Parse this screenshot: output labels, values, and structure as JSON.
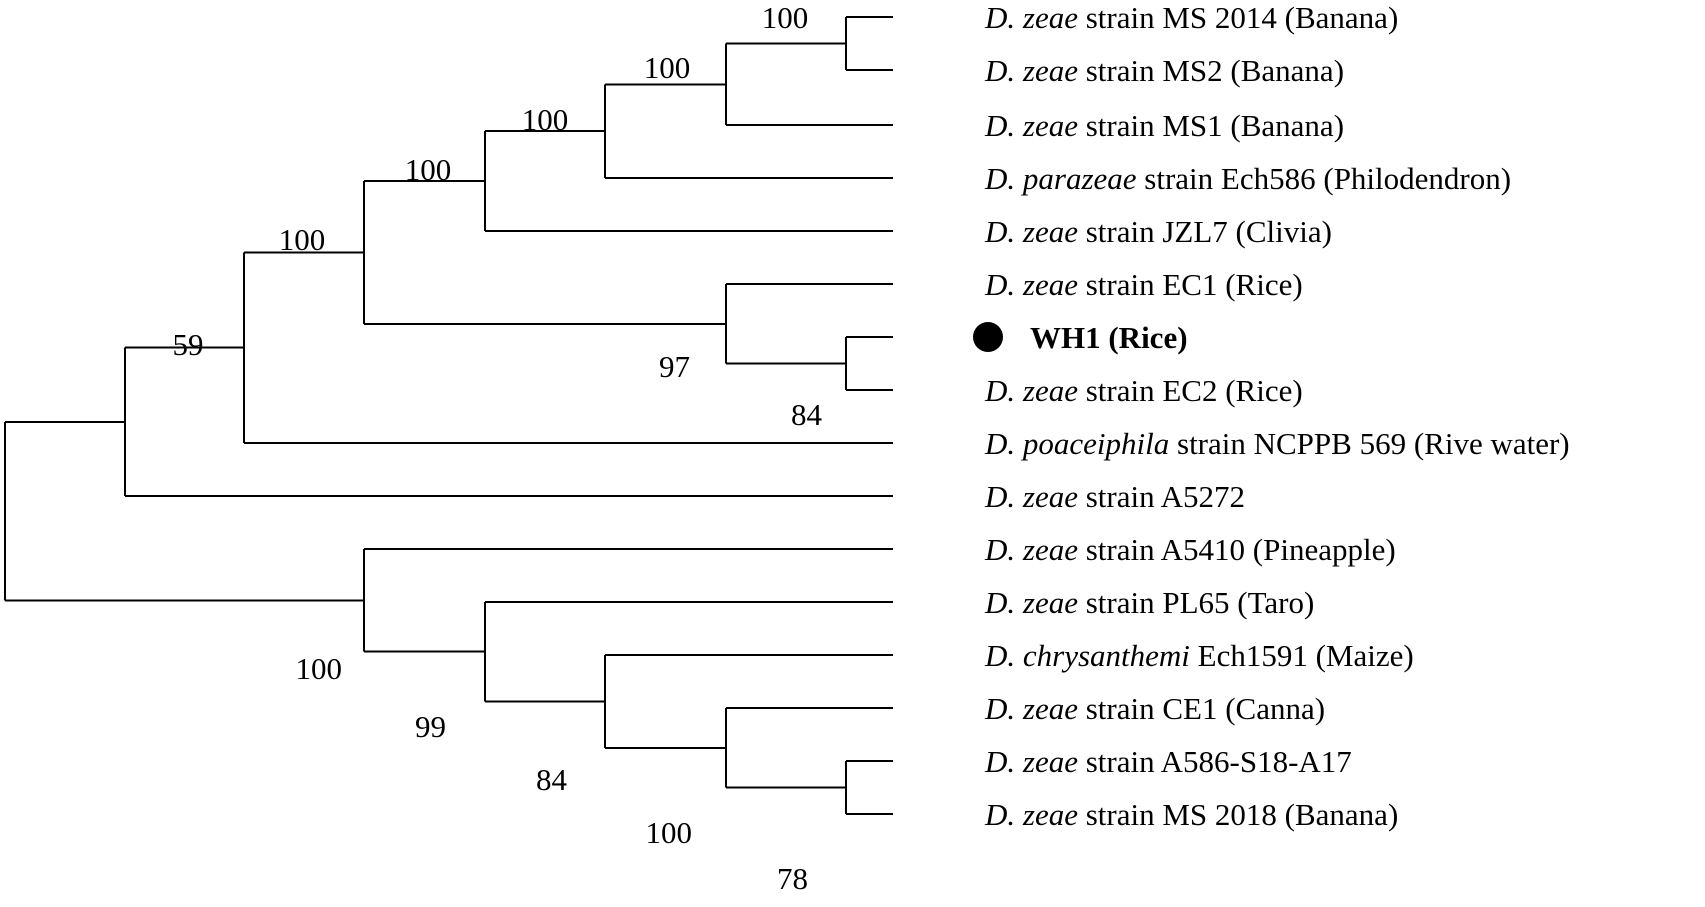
{
  "tree": {
    "taxa": [
      {
        "id": "t1",
        "genus": "D. zeae",
        "rest": " strain MS 2014 (Banana)",
        "bold": false
      },
      {
        "id": "t2",
        "genus": "D. zeae",
        "rest": " strain MS2 (Banana)",
        "bold": false
      },
      {
        "id": "t3",
        "genus": "D. zeae",
        "rest": " strain MS1 (Banana)",
        "bold": false
      },
      {
        "id": "t4",
        "genus": "D. parazeae",
        "rest": " strain Ech586 (Philodendron)",
        "bold": false
      },
      {
        "id": "t5",
        "genus": "D. zeae",
        "rest": " strain JZL7 (Clivia)",
        "bold": false
      },
      {
        "id": "t6",
        "genus": "D. zeae",
        "rest": " strain EC1 (Rice)",
        "bold": false
      },
      {
        "id": "t7",
        "genus": "",
        "rest": "WH1 (Rice)",
        "bold": true,
        "marker": "filled-circle"
      },
      {
        "id": "t8",
        "genus": "D. zeae",
        "rest": " strain EC2 (Rice)",
        "bold": false
      },
      {
        "id": "t9",
        "genus": "D. poaceiphila",
        "rest": " strain NCPPB 569 (Rive water)",
        "bold": false
      },
      {
        "id": "t10",
        "genus": "D. zeae",
        "rest": " strain A5272",
        "bold": false
      },
      {
        "id": "t11",
        "genus": "D. zeae",
        "rest": " strain A5410 (Pineapple)",
        "bold": false
      },
      {
        "id": "t12",
        "genus": "D. zeae",
        "rest": " strain PL65 (Taro)",
        "bold": false
      },
      {
        "id": "t13",
        "genus": "D. chrysanthemi",
        "rest": " Ech1591 (Maize)",
        "bold": false
      },
      {
        "id": "t14",
        "genus": "D. zeae",
        "rest": " strain CE1 (Canna)",
        "bold": false
      },
      {
        "id": "t15",
        "genus": "D. zeae",
        "rest": " strain A586-S18-A17",
        "bold": false
      },
      {
        "id": "t16",
        "genus": "D. zeae",
        "rest": " strain MS 2018 (Banana)",
        "bold": false
      }
    ],
    "bootstrap": [
      {
        "id": "n_ms2014_ms2",
        "value": "100"
      },
      {
        "id": "n_ms",
        "value": "100"
      },
      {
        "id": "n_parazeae",
        "value": "100"
      },
      {
        "id": "n_jzl7",
        "value": "100"
      },
      {
        "id": "n_upper",
        "value": "100"
      },
      {
        "id": "n_59",
        "value": "59"
      },
      {
        "id": "n_rice",
        "value": "97"
      },
      {
        "id": "n_wh1_ec2",
        "value": "84"
      },
      {
        "id": "n_lower",
        "value": "100"
      },
      {
        "id": "n_99",
        "value": "99"
      },
      {
        "id": "n_84b",
        "value": "84"
      },
      {
        "id": "n_ce1",
        "value": "100"
      },
      {
        "id": "n_78",
        "value": "78"
      }
    ]
  }
}
